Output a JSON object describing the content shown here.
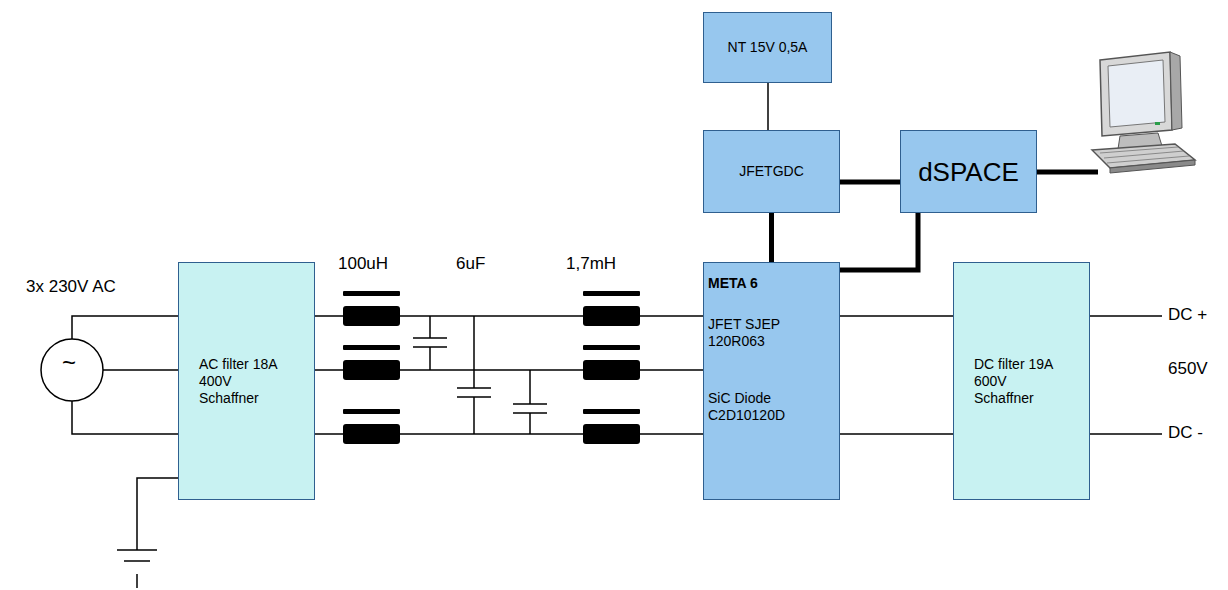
{
  "diagram": {
    "nodes": [
      {
        "text": [
          "NT 15V 0,5A"
        ]
      },
      {
        "text": [
          "JFETGDC"
        ]
      },
      {
        "text": [
          "dSPACE"
        ]
      },
      {
        "text": [
          "AC filter 18A 400V Schaffner"
        ]
      },
      {
        "text": [
          "META 6",
          "JFET SJEP 120R063",
          "SiC Diode C2D10120D"
        ]
      },
      {
        "text": [
          "DC filter 19A 600V Schaffner"
        ]
      }
    ],
    "edges": [
      {
        "from": 0,
        "to": 1,
        "arrow": "none"
      },
      {
        "from": 1,
        "to": 2,
        "arrow": "none"
      },
      {
        "from": 1,
        "to": 4,
        "arrow": "none"
      },
      {
        "from": 2,
        "to": 4,
        "arrow": "none"
      },
      {
        "from": 3,
        "to": 4,
        "arrow": "none"
      },
      {
        "from": 3,
        "to": 4,
        "arrow": "none"
      },
      {
        "from": 3,
        "to": 4,
        "arrow": "none"
      },
      {
        "from": 4,
        "to": 5,
        "arrow": "none"
      },
      {
        "from": 4,
        "to": 5,
        "arrow": "none"
      }
    ],
    "labels": [
      "3x 230V AC",
      "~",
      "100uH",
      "6uF",
      "1,7mH",
      "DC +",
      "650V",
      "DC -"
    ]
  }
}
